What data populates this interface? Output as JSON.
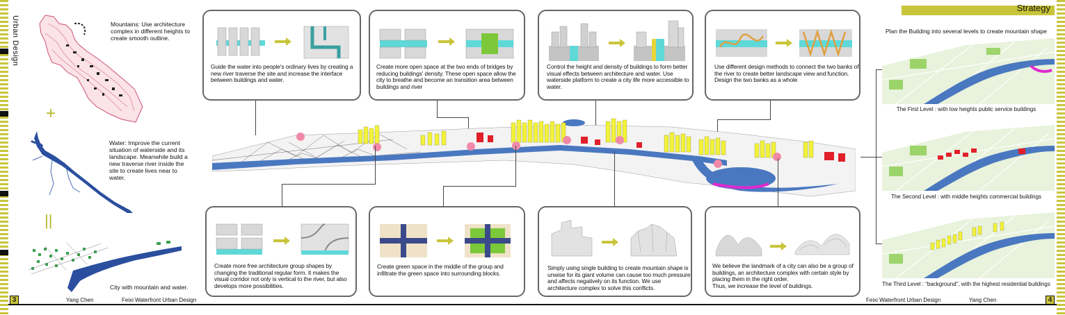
{
  "header": {
    "strategy_title": "Strategy",
    "side_title": "Urban Design"
  },
  "left": {
    "mountains_text": "Mountains: Use architecture complex in different heights to create smooth outline.",
    "plus_symbol": "+",
    "water_text": "Water: Improve the current situation of waterside and its landscape. Meanwhile build a new traverse river inside the site to create lives near to water.",
    "equals_symbol": "||",
    "city_text": "City with mountain and water."
  },
  "top_cards": [
    {
      "text": "Guide the water into people's ordinary lives by creating a new river traverse the site and increase the interface between buildings and water."
    },
    {
      "text": "Create more open space at the two ends of bridges by reducing buildings' density. These open space allow the city to breathe and become an transition area between buildings and river"
    },
    {
      "text": "Control the height and density of buildings to form better visual effects between architecture and water. Use waterside platform to create a city life more accessible to water."
    },
    {
      "text": "Use different design methods to connect the two banks of the river to create better landscape view and function.\nDesign the two banks as a whole"
    }
  ],
  "bottom_cards": [
    {
      "text": "Create more free architecture group shapes by changing the traditional regular form. It makes the visual corridor not only is vertical to the river, but also develops more possibilities."
    },
    {
      "text": "Create green space in the middle of the group and infiltrate the green space into surrounding blocks."
    },
    {
      "text": "Simply using single building to create mountain shape is unwise for its giant volume can cause too much pressure and affects negatively on its function. We use architecture complex to solve this conflicts."
    },
    {
      "text": "We believe the landmark of a city can also be a group of buildings, an architecture complex with certain style by placing them in the right order.\nThus, we increase the level of buildings."
    }
  ],
  "right": {
    "heading": "Plan the Building into several levels to create mountain shape",
    "levels": [
      {
        "caption": "The First Level : with low heights public service buildings"
      },
      {
        "caption": "The Second Level : with middle heights commercial buildings"
      },
      {
        "caption": "The Third Level : “background”, with the highest residential buildings"
      }
    ]
  },
  "footer": {
    "left_page": "3",
    "left_author": "Yang Chen",
    "left_project": "Feixi  Waterfront Urban Design",
    "right_project": "Feixi Waterfront Urban Design",
    "right_author": "Yang Chen",
    "right_page": "4"
  },
  "colors": {
    "accent": "#c9c53a",
    "card_border": "#666666",
    "water": "#2b4f9e",
    "highlight": "#f08aa8",
    "residential": "#f2f23a",
    "commercial": "#e0202a",
    "green": "#7dc83a",
    "canal": "#5fd8d8"
  }
}
